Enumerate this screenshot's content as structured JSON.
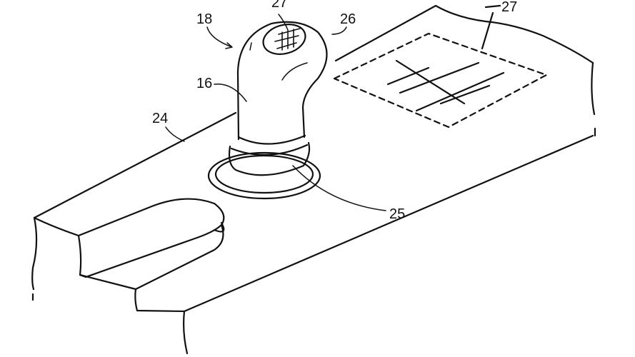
{
  "labels": {
    "knob_top_marking": "27",
    "knob_cap": "26",
    "shift_device": "18",
    "knob_body": "16",
    "console_surface": "24",
    "knob_base": "25",
    "surface_marking": "27"
  },
  "colors": {
    "line": "#111111",
    "background": "#ffffff"
  }
}
